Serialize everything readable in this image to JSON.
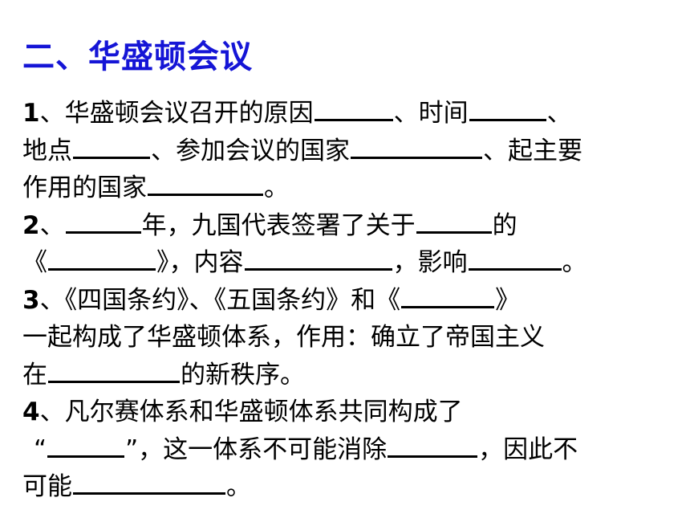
{
  "title": "二、华盛顿会议",
  "items": [
    {
      "lines": [
        [
          "1",
          "、华盛顿会议召开的原因",
          "、时间",
          "、"
        ],
        [
          "地点",
          "、参加会议的国家",
          "、起主要"
        ],
        [
          "作用的国家",
          "。"
        ]
      ]
    },
    {
      "lines": [
        [
          "2",
          "、",
          "年，九国代表签署了关于",
          "的"
        ],
        [
          "《",
          "》，内容",
          "，影响",
          "。"
        ]
      ]
    },
    {
      "lines": [
        [
          "3",
          "、《四国条约》、《五国条约》和《",
          "》"
        ],
        [
          "一起构成了华盛顿体系，作用：确立了帝国主义"
        ],
        [
          "在",
          "的新秩序。"
        ]
      ]
    },
    {
      "lines": [
        [
          "4",
          "、凡尔赛体系和华盛顿体系共同构成了"
        ],
        [
          "“",
          "”，这一体系不可能消除",
          "，因此不"
        ],
        [
          "可能",
          "。"
        ]
      ]
    }
  ]
}
